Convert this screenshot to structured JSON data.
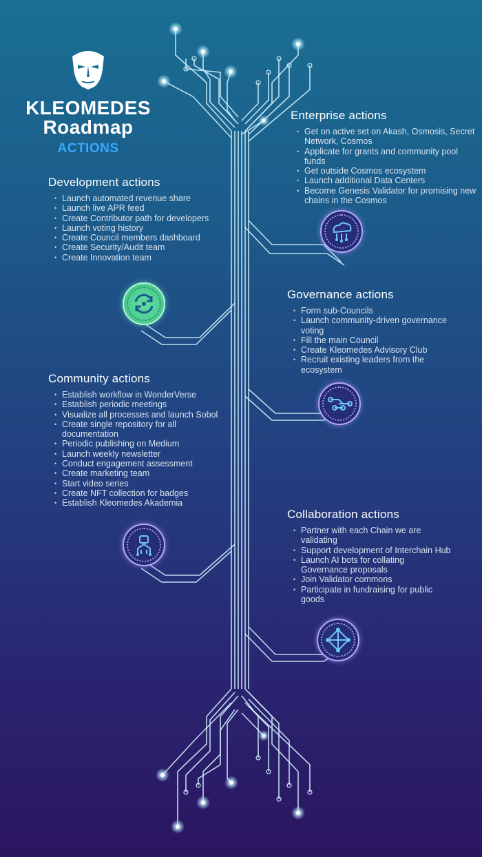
{
  "brand": {
    "name": "KLEOMEDES",
    "subtitle": "Roadmap",
    "tag": "ACTIONS"
  },
  "colors": {
    "accent": "#35a9ff",
    "circuit": "#bfe6f5",
    "badge_ring": "#b8a8ff",
    "badge_green": "#4ddb9a"
  },
  "sections": {
    "enterprise": {
      "title": "Enterprise actions",
      "items": [
        "Get on active set on Akash, Osmosis, Secret Network, Cosmos",
        "Applicate for grants and community pool funds",
        "Get outside Cosmos ecosystem",
        "Launch additional Data Centers",
        "Become Genesis Validator for promising new chains in the Cosmos"
      ]
    },
    "development": {
      "title": "Development actions",
      "items": [
        "Launch automated revenue share",
        "Launch live APR feed",
        "Create Contributor path for developers",
        "Launch voting history",
        "Create Council members dashboard",
        "Create Security/Audit team",
        "Create Innovation team"
      ]
    },
    "governance": {
      "title": "Governance actions",
      "items": [
        "Form sub-Councils",
        "Launch community-driven governance voting",
        "Fill the main Council",
        "Create Kleomedes Advisory Club",
        "Recruit existing leaders from the ecosystem"
      ]
    },
    "community": {
      "title": "Community actions",
      "items": [
        "Establish workflow in WonderVerse",
        "Establish periodic meetings",
        "Visualize all processes and launch Sobol",
        "Create single repository for all documentation",
        "Periodic publishing on Medium",
        "Launch weekly newsletter",
        "Conduct engagement assessment",
        "Create marketing team",
        "Start video series",
        "Create NFT collection for badges",
        "Establish Kleomedes Akademia"
      ]
    },
    "collaboration": {
      "title": "Collaboration actions",
      "items": [
        "Partner with each Chain we are validating",
        "Support development of Interchain Hub",
        "Launch AI bots for collating Governance proposals",
        "Join Validator commons",
        "Participate in fundraising for public goods"
      ]
    }
  },
  "badges": {
    "enterprise": "cloud-network-icon",
    "development": "sync-arrows-icon",
    "governance": "flow-nodes-icon",
    "community": "people-network-icon",
    "collaboration": "hub-nodes-icon"
  }
}
